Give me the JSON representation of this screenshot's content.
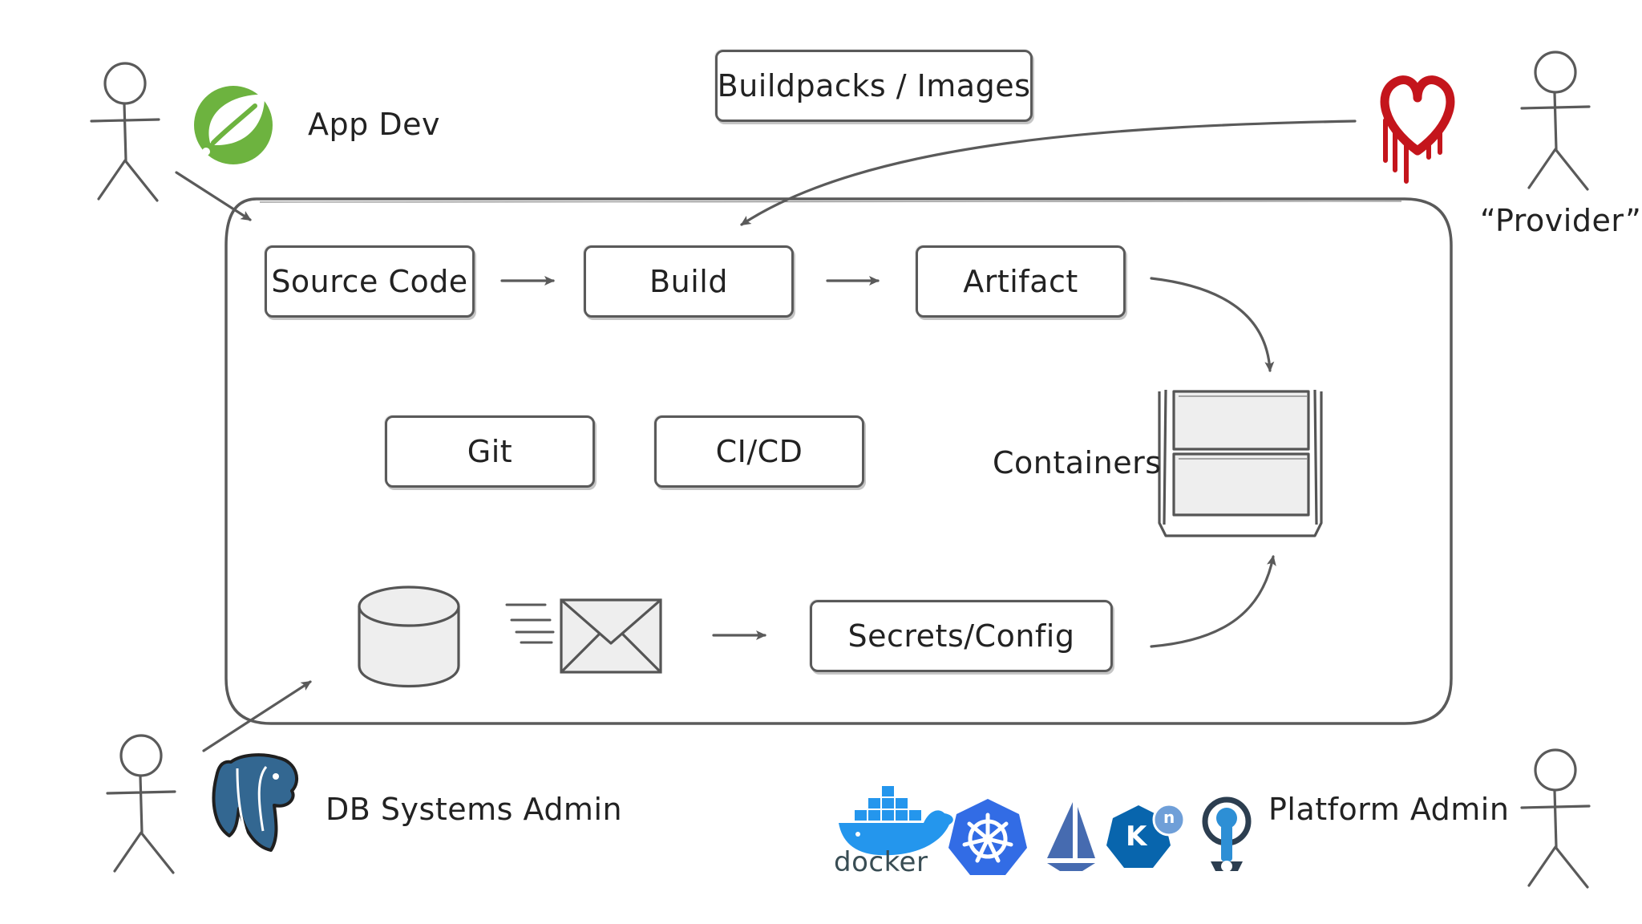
{
  "actors": {
    "app_dev": "App Dev",
    "provider": "“Provider”",
    "db_admin": "DB Systems Admin",
    "platform_admin": "Platform Admin"
  },
  "boxes": {
    "buildpacks": "Buildpacks / Images",
    "source_code": "Source Code",
    "build": "Build",
    "artifact": "Artifact",
    "git": "Git",
    "cicd": "CI/CD",
    "secrets": "Secrets/Config"
  },
  "labels": {
    "containers": "Containers",
    "docker_wordmark": "docker",
    "knative_letter": "K",
    "knative_sup": "n"
  },
  "icons": {
    "actor": "stick-figure-icon",
    "spring": "spring-leaf-icon",
    "heartbleed": "bleeding-heart-icon",
    "postgres": "postgres-elephant-icon",
    "database": "database-cylinder-icon",
    "queue": "envelope-icon",
    "containers": "container-stack-icon",
    "docker": "docker-whale-icon",
    "kubernetes": "kubernetes-wheel-icon",
    "istio": "istio-sail-icon",
    "knative": "knative-icon",
    "riff": "riff-icon"
  },
  "colors": {
    "ink": "#5a5a5a",
    "spring_green": "#6db33f",
    "heartbleed_red": "#c4151c",
    "postgres_blue": "#336791",
    "docker_blue": "#2496ed",
    "kubernetes_blue": "#326ce5",
    "istio_blue": "#466bb0",
    "knative_blue": "#0865ad",
    "riff_blue": "#2d8fd5"
  }
}
